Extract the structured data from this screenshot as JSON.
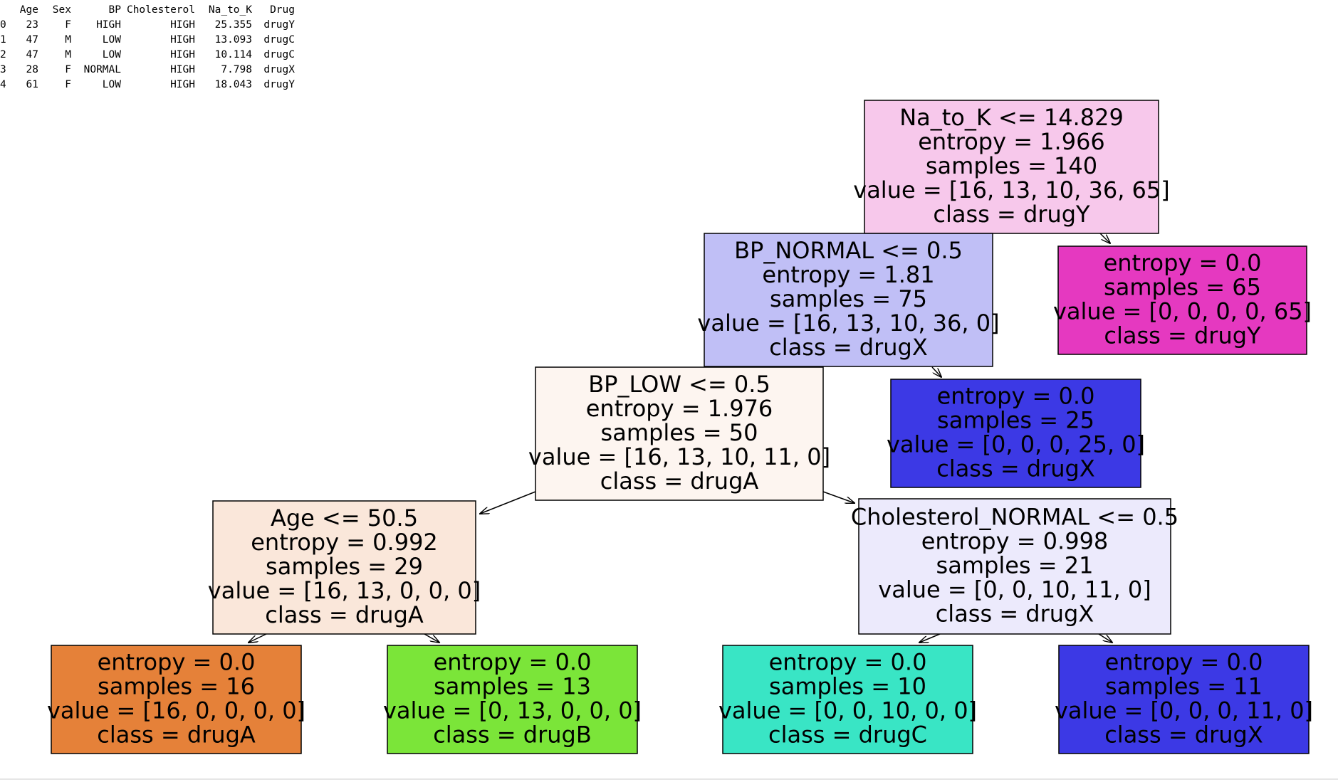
{
  "dataframe": {
    "columns": [
      "",
      "Age",
      "Sex",
      "BP",
      "Cholesterol",
      "Na_to_K",
      "Drug"
    ],
    "rows": [
      [
        "0",
        "23",
        "F",
        "HIGH",
        "HIGH",
        "25.355",
        "drugY"
      ],
      [
        "1",
        "47",
        "M",
        "LOW",
        "HIGH",
        "13.093",
        "drugC"
      ],
      [
        "2",
        "47",
        "M",
        "LOW",
        "HIGH",
        "10.114",
        "drugC"
      ],
      [
        "3",
        "28",
        "F",
        "NORMAL",
        "HIGH",
        "7.798",
        "drugX"
      ],
      [
        "4",
        "61",
        "F",
        "LOW",
        "HIGH",
        "18.043",
        "drugY"
      ]
    ]
  },
  "tree": {
    "nodes": [
      {
        "id": "root",
        "lines": [
          "Na_to_K <= 14.829",
          "entropy = 1.966",
          "samples = 140",
          "value = [16, 13, 10, 36, 65]",
          "class = drugY"
        ],
        "fill": "#f7c8eb"
      },
      {
        "id": "bp-normal",
        "lines": [
          "BP_NORMAL <= 0.5",
          "entropy = 1.81",
          "samples = 75",
          "value = [16, 13, 10, 36, 0]",
          "class = drugX"
        ],
        "fill": "#c0bff6"
      },
      {
        "id": "leaf-drugy",
        "lines": [
          "entropy = 0.0",
          "samples = 65",
          "value = [0, 0, 0, 0, 65]",
          "class = drugY"
        ],
        "fill": "#e539c0"
      },
      {
        "id": "bp-low",
        "lines": [
          "BP_LOW <= 0.5",
          "entropy = 1.976",
          "samples = 50",
          "value = [16, 13, 10, 11, 0]",
          "class = drugA"
        ],
        "fill": "#fdf5f0"
      },
      {
        "id": "leaf-drugx-25",
        "lines": [
          "entropy = 0.0",
          "samples = 25",
          "value = [0, 0, 0, 25, 0]",
          "class = drugX"
        ],
        "fill": "#3c39e5"
      },
      {
        "id": "age",
        "lines": [
          "Age <= 50.5",
          "entropy = 0.992",
          "samples = 29",
          "value = [16, 13, 0, 0, 0]",
          "class = drugA"
        ],
        "fill": "#fae7da"
      },
      {
        "id": "cholesterol",
        "lines": [
          "Cholesterol_NORMAL <= 0.5",
          "entropy = 0.998",
          "samples = 21",
          "value = [0, 0, 10, 11, 0]",
          "class = drugX"
        ],
        "fill": "#eceafc"
      },
      {
        "id": "leaf-druga",
        "lines": [
          "entropy = 0.0",
          "samples = 16",
          "value = [16, 0, 0, 0, 0]",
          "class = drugA"
        ],
        "fill": "#e58139"
      },
      {
        "id": "leaf-drugb",
        "lines": [
          "entropy = 0.0",
          "samples = 13",
          "value = [0, 13, 0, 0, 0]",
          "class = drugB"
        ],
        "fill": "#7be539"
      },
      {
        "id": "leaf-drugc",
        "lines": [
          "entropy = 0.0",
          "samples = 10",
          "value = [0, 0, 10, 0, 0]",
          "class = drugC"
        ],
        "fill": "#39e5c5"
      },
      {
        "id": "leaf-drugx-11",
        "lines": [
          "entropy = 0.0",
          "samples = 11",
          "value = [0, 0, 0, 11, 0]",
          "class = drugX"
        ],
        "fill": "#3c39e5"
      }
    ],
    "edges": [
      [
        "root",
        "bp-normal"
      ],
      [
        "root",
        "leaf-drugy"
      ],
      [
        "bp-normal",
        "bp-low"
      ],
      [
        "bp-normal",
        "leaf-drugx-25"
      ],
      [
        "bp-low",
        "age"
      ],
      [
        "bp-low",
        "cholesterol"
      ],
      [
        "age",
        "leaf-druga"
      ],
      [
        "age",
        "leaf-drugb"
      ],
      [
        "cholesterol",
        "leaf-drugc"
      ],
      [
        "cholesterol",
        "leaf-drugx-11"
      ]
    ]
  }
}
